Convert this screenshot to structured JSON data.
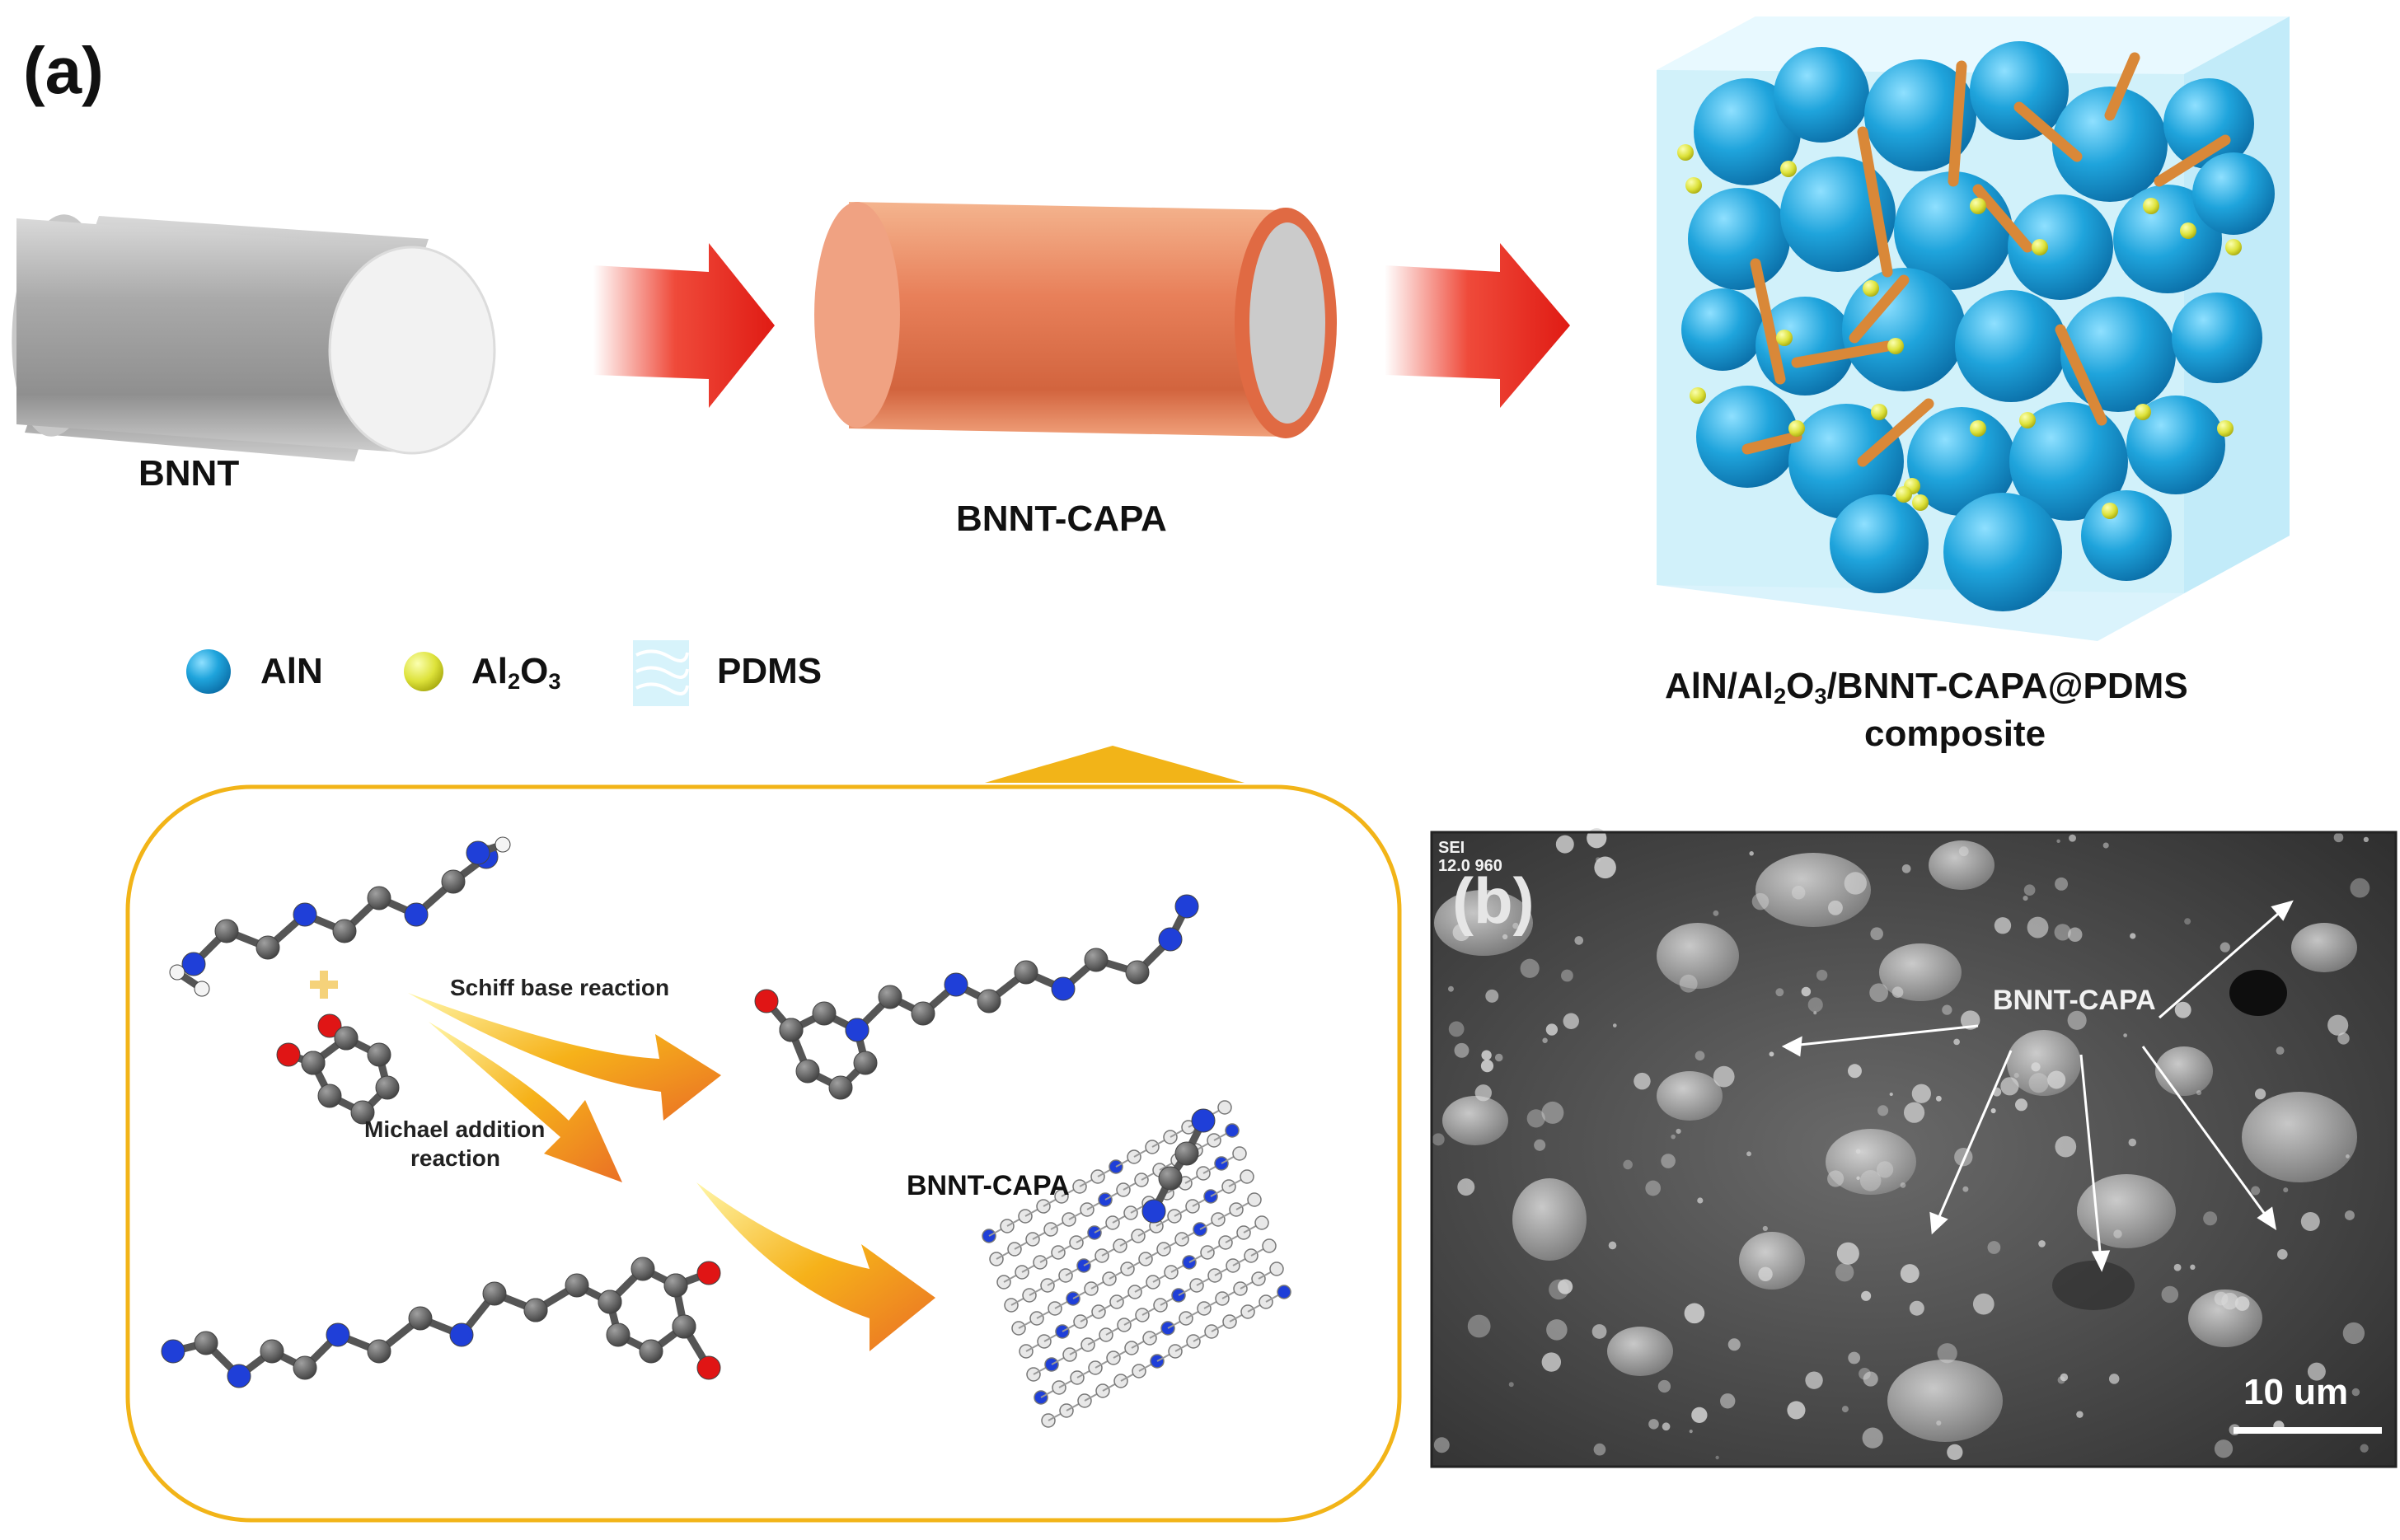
{
  "panel_a_label": "(a)",
  "panel_b_label": "(b)",
  "stage1_label": "BNNT",
  "stage2_label": "BNNT-CAPA",
  "legend": {
    "item1": "AlN",
    "item2_base": "Al",
    "item2_sub1": "2",
    "item2_mid": "O",
    "item2_sub2": "3",
    "item3": "PDMS"
  },
  "composite": {
    "line1_a": "AlN/Al",
    "line1_sub1": "2",
    "line1_b": "O",
    "line1_sub2": "3",
    "line1_c": "/BNNT-CAPA@PDMS",
    "line2": "composite"
  },
  "reaction": {
    "schiff": "Schiff base reaction",
    "michael_line1": "Michael addition",
    "michael_line2": "reaction",
    "product_label": "BNNT-CAPA"
  },
  "sem": {
    "header_line1": "SEI",
    "header_line2": "12.0 960",
    "annotation": "BNNT-CAPA",
    "scale_bar": "10 um"
  },
  "colors": {
    "arrow_red": "#e8201e",
    "aln_blue": "#1fa4dc",
    "al2o3_yellow": "#dde23a",
    "frame_gold": "#f2b418",
    "capa_orange": "#e8805a"
  }
}
